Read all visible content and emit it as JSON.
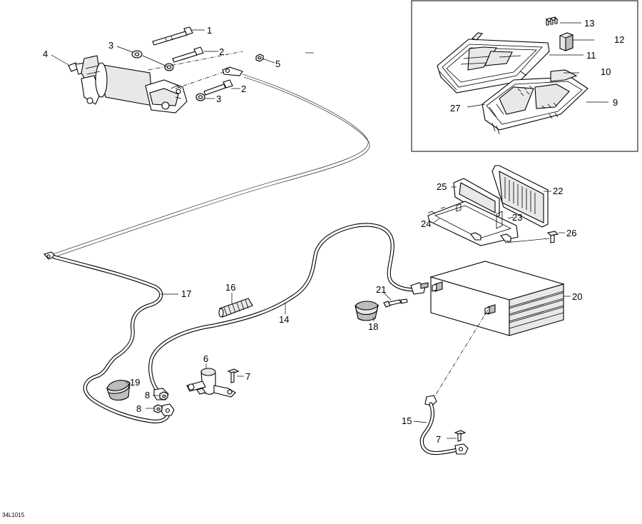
{
  "diagram": {
    "document_id": "34L1015",
    "callouts": [
      "1",
      "2",
      "3",
      "4",
      "5",
      "2",
      "3",
      "13",
      "12",
      "11",
      "10",
      "9",
      "27",
      "22",
      "25",
      "23",
      "24",
      "26",
      "17",
      "16",
      "14",
      "21",
      "18",
      "20",
      "6",
      "7",
      "19",
      "8",
      "8",
      "15",
      "7"
    ]
  }
}
